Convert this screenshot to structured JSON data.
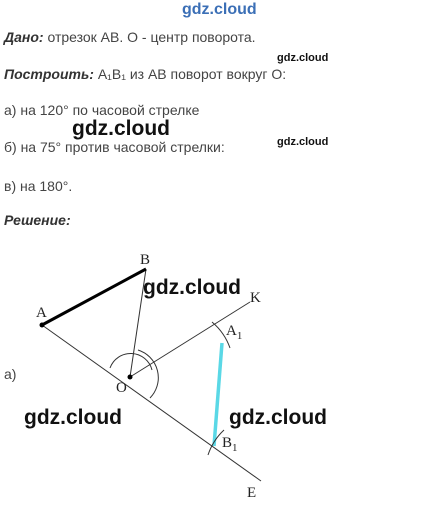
{
  "watermark": {
    "site": "gdz.cloud"
  },
  "given": {
    "label": "Дано:",
    "text": " отрезок AB. O - центр поворота."
  },
  "construct": {
    "label": "Построить:",
    "text": " A₁B₁ из AB поворот вокруг O:"
  },
  "items": [
    {
      "text": "а) на 120° по часовой стрелке"
    },
    {
      "text": "б) на 75° против часовой стрелки:"
    },
    {
      "text": "в) на 180°."
    }
  ],
  "solution": {
    "label": "Решение:"
  },
  "figure": {
    "part_label": "а)",
    "points": {
      "A": "A",
      "B": "B",
      "O": "O",
      "K": "K",
      "E": "E",
      "A1": "A",
      "A1_sub": "1",
      "B1": "B",
      "B1_sub": "1"
    },
    "colors": {
      "segment_AB": "#000000",
      "segment_A1B1": "#5ad8e6",
      "construction": "#333333"
    }
  }
}
